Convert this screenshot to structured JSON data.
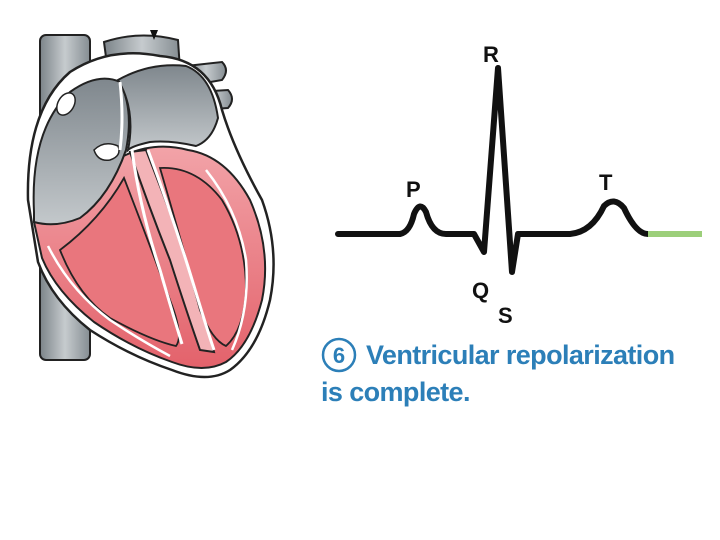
{
  "ecg": {
    "labels": {
      "p": "P",
      "q": "Q",
      "r": "R",
      "s": "S",
      "t": "T"
    },
    "trace_color": "#111111",
    "highlight_color": "#9ccf7a"
  },
  "caption": {
    "step_number": "6",
    "line1": "Ventricular repolarization",
    "line2": "is complete.",
    "color": "#2c7fb8"
  },
  "heart": {
    "vessel_color": "#a7adb1",
    "atria_color": "#8f979d",
    "ventricle_color": "#e8727a",
    "outline_color": "#222222"
  }
}
